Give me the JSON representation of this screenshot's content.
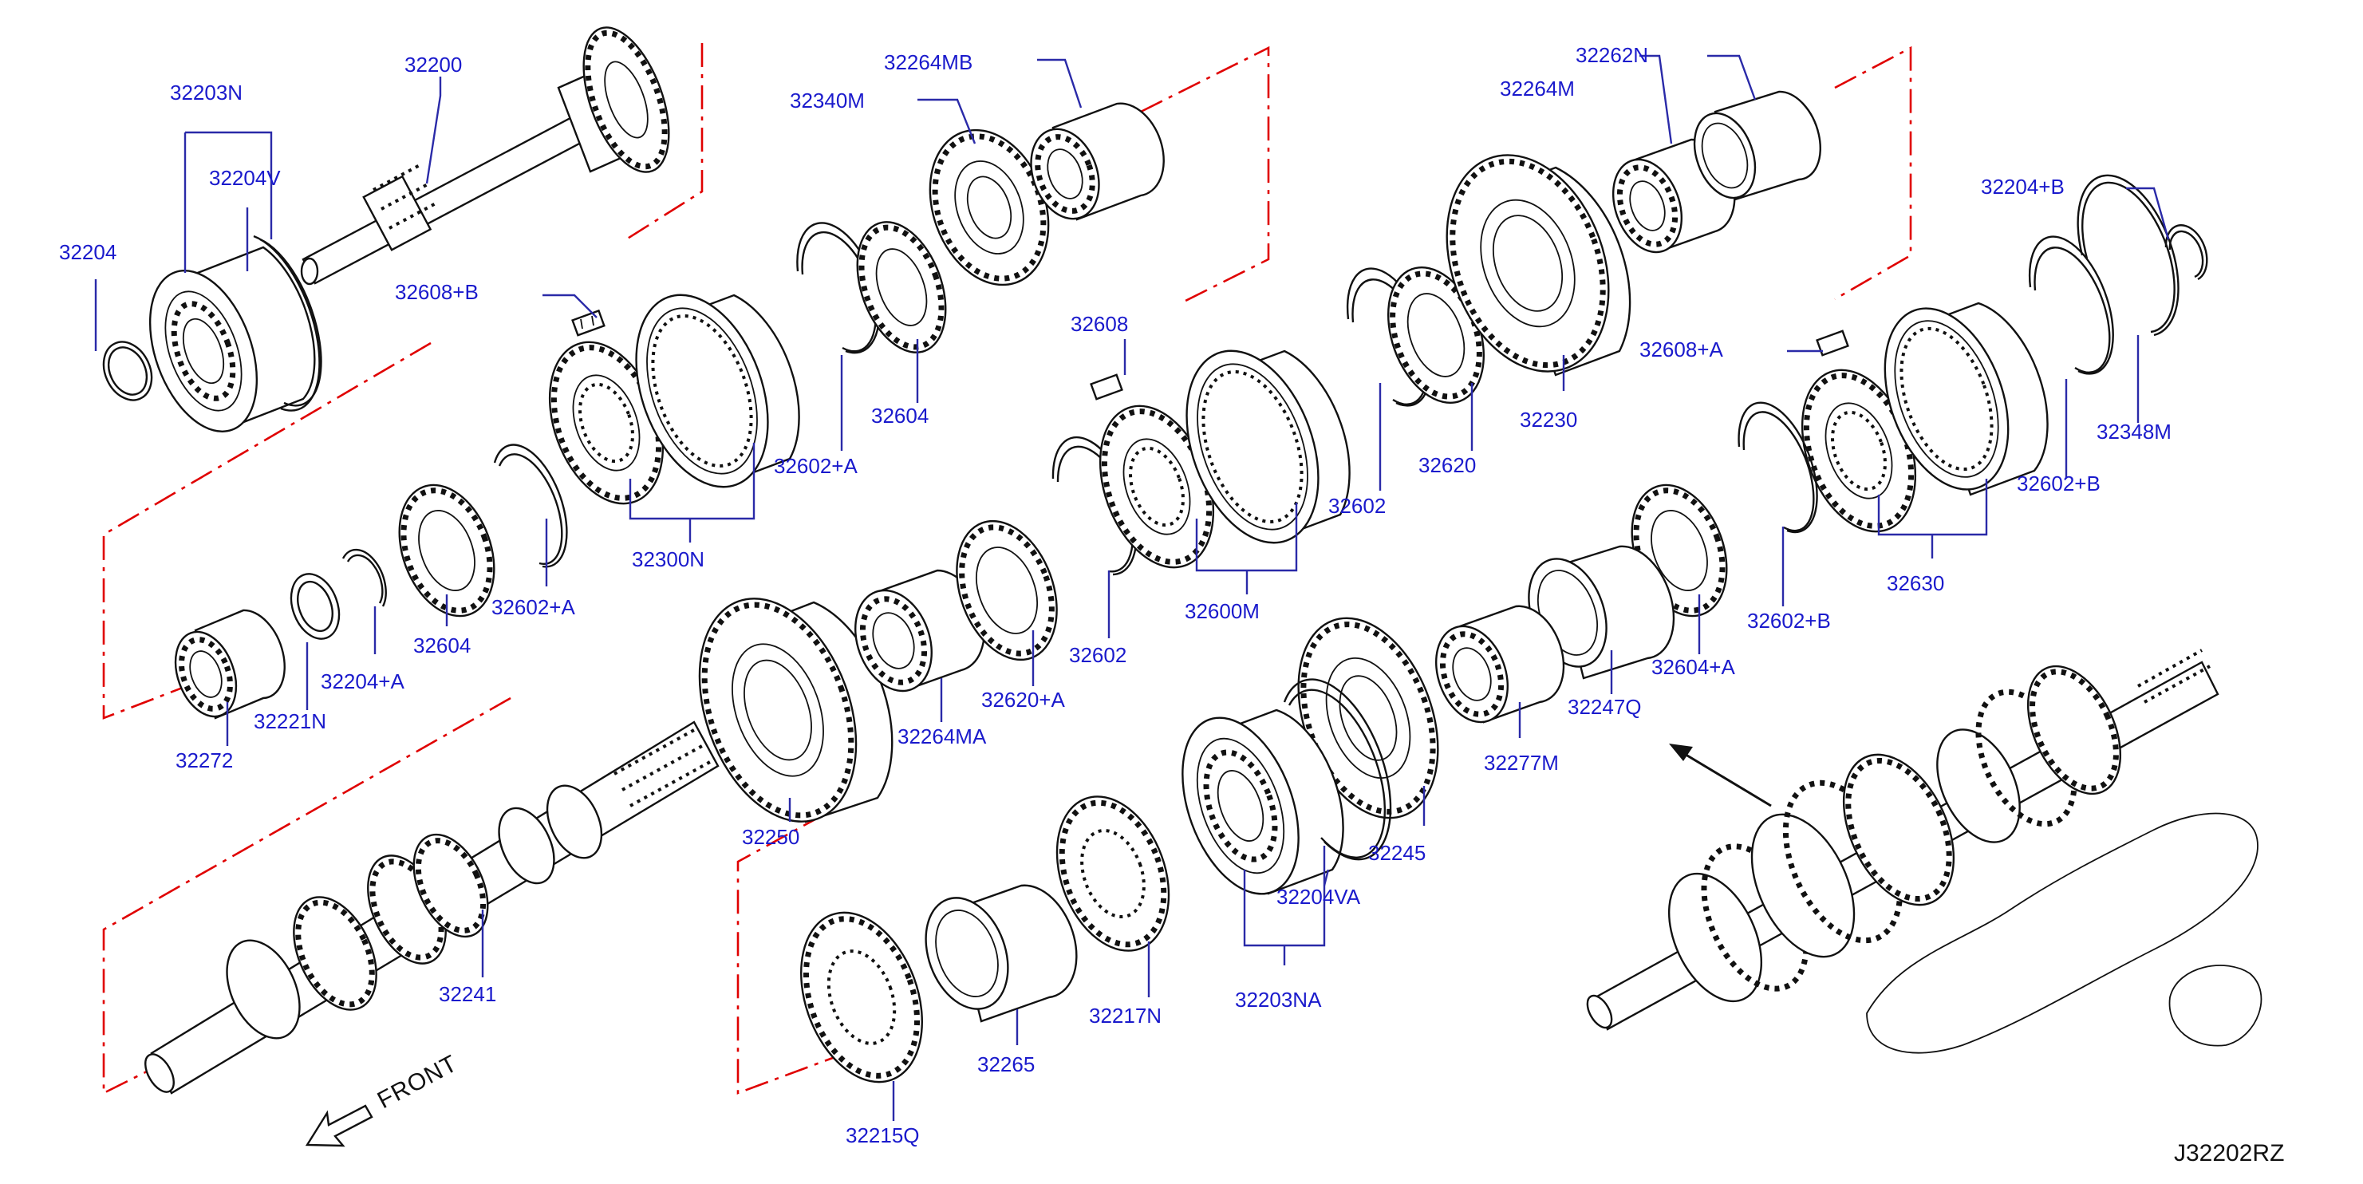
{
  "diagram": {
    "code": "J32202RZ",
    "front_label": "FRONT",
    "parts": [
      "32200",
      "32203N",
      "32204V",
      "32204",
      "32608+B",
      "32272",
      "32221N",
      "32204+A",
      "32604",
      "32602+A",
      "32300N",
      "32602+A",
      "32604",
      "32340M",
      "32264MB",
      "32608",
      "32264MA",
      "32250",
      "32620+A",
      "32602",
      "32600M",
      "32602",
      "32620",
      "32264M",
      "32262N",
      "32230",
      "32608+A",
      "32630",
      "32602+B",
      "32204+B",
      "32348M",
      "32241",
      "32215Q",
      "32265",
      "32217N",
      "32204VA",
      "32203NA",
      "32245",
      "32277M",
      "32247Q",
      "32604+A",
      "32602+B"
    ]
  }
}
